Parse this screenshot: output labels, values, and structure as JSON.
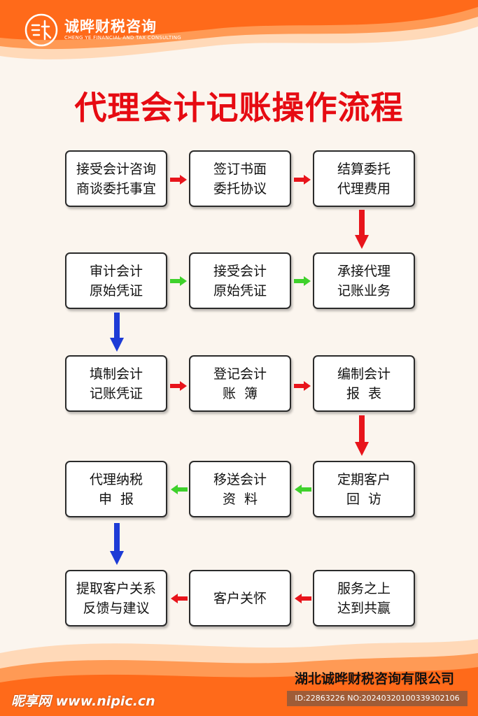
{
  "header": {
    "logo_name": "诚晔财税咨询",
    "logo_subtitle": "CHENG YE FINANCIAL AND TAX CONSULTING"
  },
  "title": "代理会计记账操作流程",
  "steps": [
    "接受会计咨询\n商谈委托事宜",
    "签订书面\n委托协议",
    "结算委托\n代理费用",
    "承接代理\n记账业务",
    "接受会计\n原始凭证",
    "审计会计\n原始凭证",
    "填制会计\n记账凭证",
    "登记会计\n账  簿",
    "编制会计\n报  表",
    "定期客户\n回  访",
    "移送会计\n资  料",
    "代理纳税\n申  报",
    "提取客户关系\n反馈与建议",
    "客户关怀",
    "服务之上\n达到共赢"
  ],
  "colors": {
    "title": "#e60b12",
    "arrow_red": "#e8141b",
    "arrow_green": "#3fd12b",
    "arrow_blue": "#1d3bd6",
    "wave": "#ff6a1a"
  },
  "footer": {
    "company": "湖北诚晔财税咨询有限公司",
    "watermark": "昵享网 www.nipic.cn",
    "image_id": "ID:22863226 NO:20240320100339302106"
  }
}
